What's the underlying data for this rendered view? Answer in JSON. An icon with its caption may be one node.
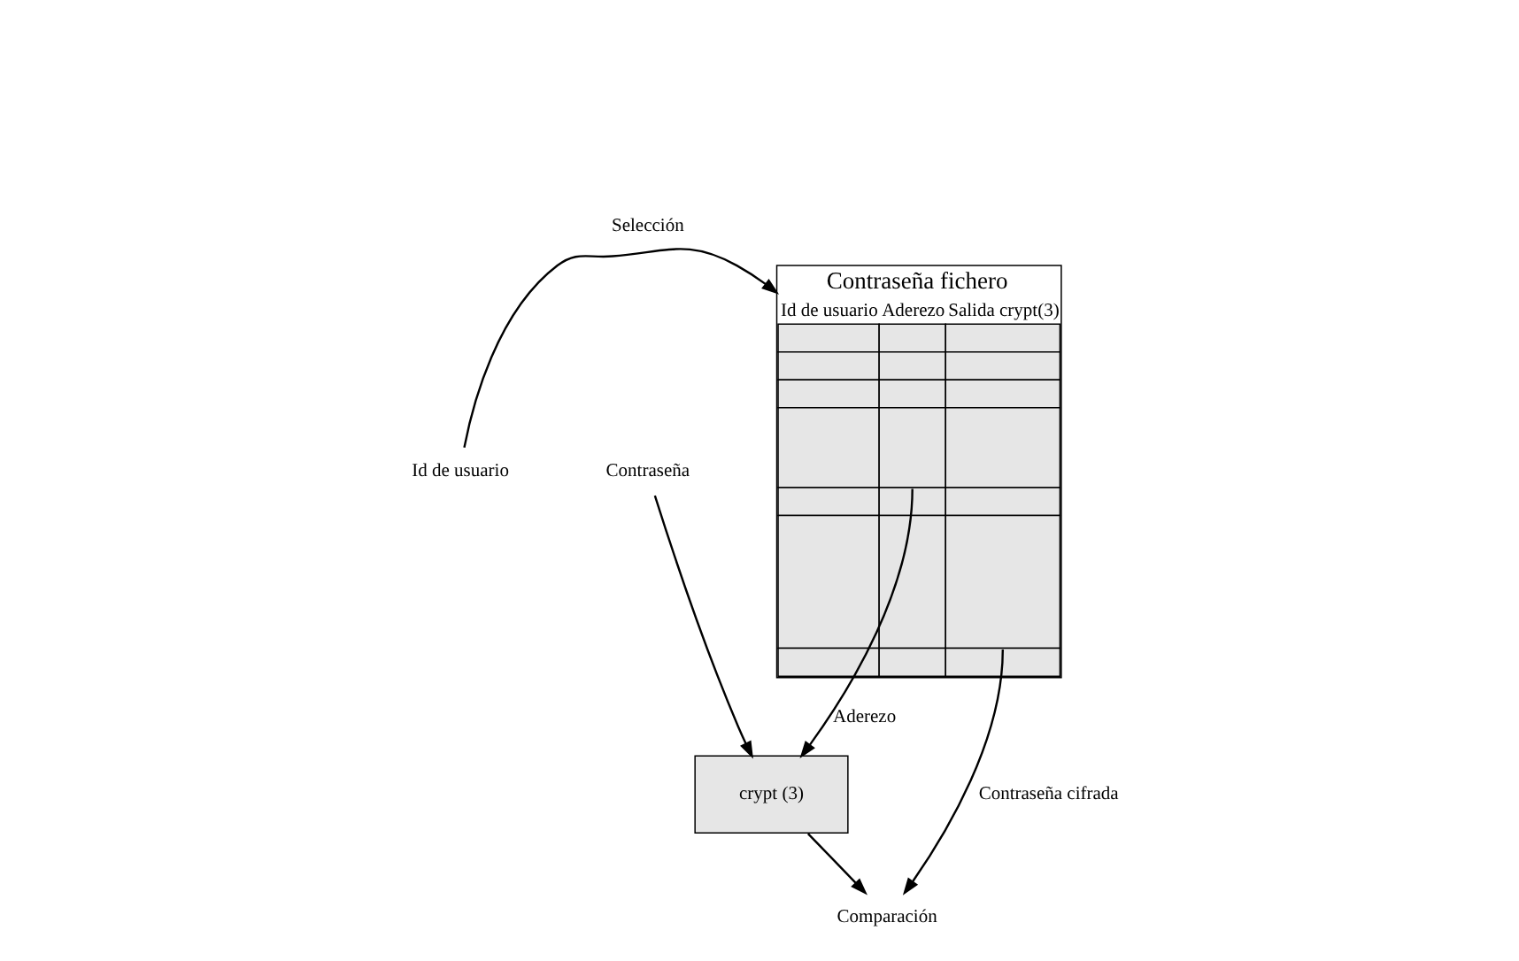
{
  "diagram": {
    "nodes": [
      {
        "text": [
          "Id de usuario"
        ]
      },
      {
        "text": [
          "Contraseña fichero",
          "Id de usuario",
          "Aderezo",
          "Salida crypt(3)"
        ]
      },
      {
        "text": [
          "Contraseña"
        ]
      },
      {
        "text": [
          "crypt (3)"
        ]
      },
      {
        "text": [
          "Comparación"
        ]
      }
    ],
    "edges": [
      {
        "from": 0,
        "to": 1,
        "arrow": "to",
        "label": "Selección"
      },
      {
        "from": 1,
        "to": 3,
        "arrow": "to",
        "label": "Aderezo"
      },
      {
        "from": 2,
        "to": 3,
        "arrow": "to"
      },
      {
        "from": 3,
        "to": 4,
        "arrow": "to"
      },
      {
        "from": 1,
        "to": 4,
        "arrow": "to",
        "label": "Contraseña cifrada"
      }
    ]
  }
}
